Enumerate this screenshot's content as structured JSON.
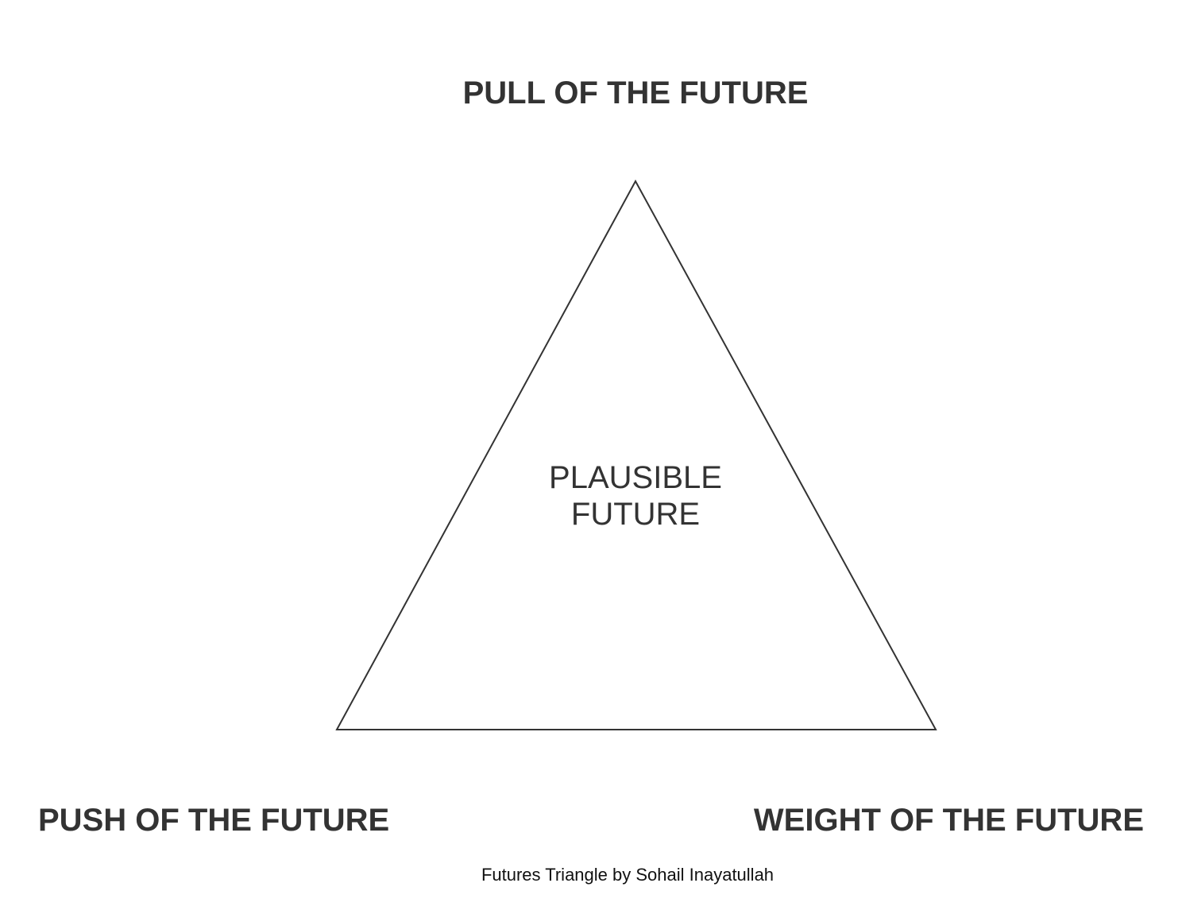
{
  "diagram": {
    "top_label": "PULL OF THE FUTURE",
    "bottom_left_label": "PUSH OF THE FUTURE",
    "bottom_right_label": "WEIGHT OF THE FUTURE",
    "center_label_line1": "PLAUSIBLE",
    "center_label_line2": "FUTURE",
    "caption": "Futures Triangle by Sohail Inayatullah"
  },
  "colors": {
    "text": "#333333",
    "stroke": "#333333",
    "background": "#ffffff"
  }
}
